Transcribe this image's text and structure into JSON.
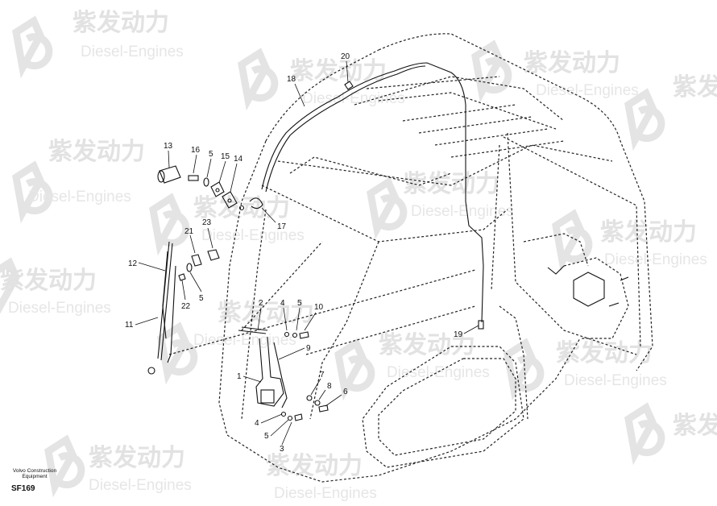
{
  "watermark": {
    "chinese": "紫发动力",
    "english": "Diesel-Engines"
  },
  "caption": {
    "line1": "Volvo Construction",
    "line2": "Equipment",
    "code": "SF169"
  },
  "callouts": [
    {
      "id": "c20",
      "label": "20"
    },
    {
      "id": "c18",
      "label": "18"
    },
    {
      "id": "c13",
      "label": "13"
    },
    {
      "id": "c16",
      "label": "16"
    },
    {
      "id": "c5a",
      "label": "5"
    },
    {
      "id": "c15",
      "label": "15"
    },
    {
      "id": "c14",
      "label": "14"
    },
    {
      "id": "c17",
      "label": "17"
    },
    {
      "id": "c23",
      "label": "23"
    },
    {
      "id": "c21",
      "label": "21"
    },
    {
      "id": "c12",
      "label": "12"
    },
    {
      "id": "c22",
      "label": "22"
    },
    {
      "id": "c5b",
      "label": "5"
    },
    {
      "id": "c11",
      "label": "11"
    },
    {
      "id": "c2",
      "label": "2"
    },
    {
      "id": "c4a",
      "label": "4"
    },
    {
      "id": "c5c",
      "label": "5"
    },
    {
      "id": "c10",
      "label": "10"
    },
    {
      "id": "c9",
      "label": "9"
    },
    {
      "id": "c19",
      "label": "19"
    },
    {
      "id": "c1",
      "label": "1"
    },
    {
      "id": "c7",
      "label": "7"
    },
    {
      "id": "c8",
      "label": "8"
    },
    {
      "id": "c6",
      "label": "6"
    },
    {
      "id": "c4b",
      "label": "4"
    },
    {
      "id": "c5d",
      "label": "5"
    },
    {
      "id": "c3",
      "label": "3"
    }
  ]
}
